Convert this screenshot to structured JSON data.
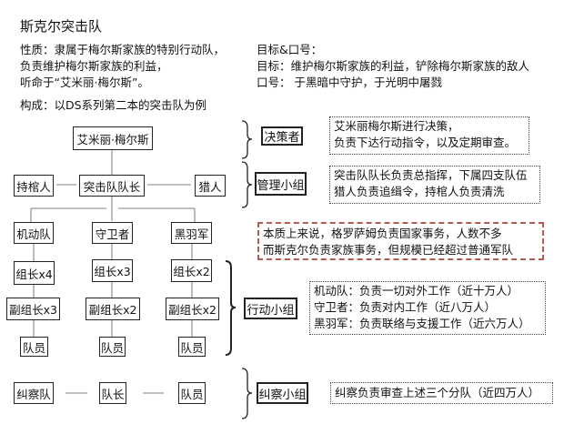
{
  "title": "斯克尔突击队",
  "nature": [
    "性质：隶属于梅尔斯家族的特别行动队，",
    "负责维护梅尔斯家族的利益，",
    "听命于“艾米丽·梅尔斯”。"
  ],
  "goals": [
    "目标&口号：",
    "目标：维护梅尔斯家族的利益，铲除梅尔斯家族的敌人",
    "口号： 于黑暗中守护，于光明中屠戮"
  ],
  "composition": "构成：以DS系列第二本的突击队为例",
  "tree": {
    "leader": "艾米丽·梅尔斯",
    "captain": "突击队队长",
    "coffin": "持棺人",
    "hunter": "猎人",
    "squads": [
      {
        "name": "机动队",
        "lead": "组长x4",
        "deputy": "副组长x3",
        "member": "队员"
      },
      {
        "name": "守卫者",
        "lead": "组长x3",
        "deputy": "副组长x2",
        "member": "队员"
      },
      {
        "name": "黑羽军",
        "lead": "组长x2",
        "deputy": "副组长x2",
        "member": "队员"
      }
    ],
    "patrol": {
      "name": "纠察队",
      "lead": "队长",
      "member": "队员"
    }
  },
  "groups": {
    "decision": {
      "label": "决策者",
      "desc": [
        "艾米丽梅尔斯进行决策，",
        "负责下达行动指令，以及定期审查。"
      ]
    },
    "management": {
      "label": "管理小组",
      "desc": [
        "突击队队长负责总指挥，下属四支队伍",
        "猎人负责追缉令，持棺人负责清洗"
      ]
    },
    "note": [
      "本质上来说，格罗萨姆负责国家事务，人数不多",
      "而斯克尔负责家族事务，但规模已经超过普通军队"
    ],
    "action": {
      "label": "行动小组",
      "desc": [
        "机动队：负责一切对外工作（近十万人）",
        "守卫者：负责对内工作（近八万人）",
        "黑羽军：负责联络与支援工作（近六万人）"
      ]
    },
    "patrol": {
      "label": "纠察小组",
      "desc": [
        "纠察负责审查上述三个分队（近四万人）"
      ]
    }
  }
}
